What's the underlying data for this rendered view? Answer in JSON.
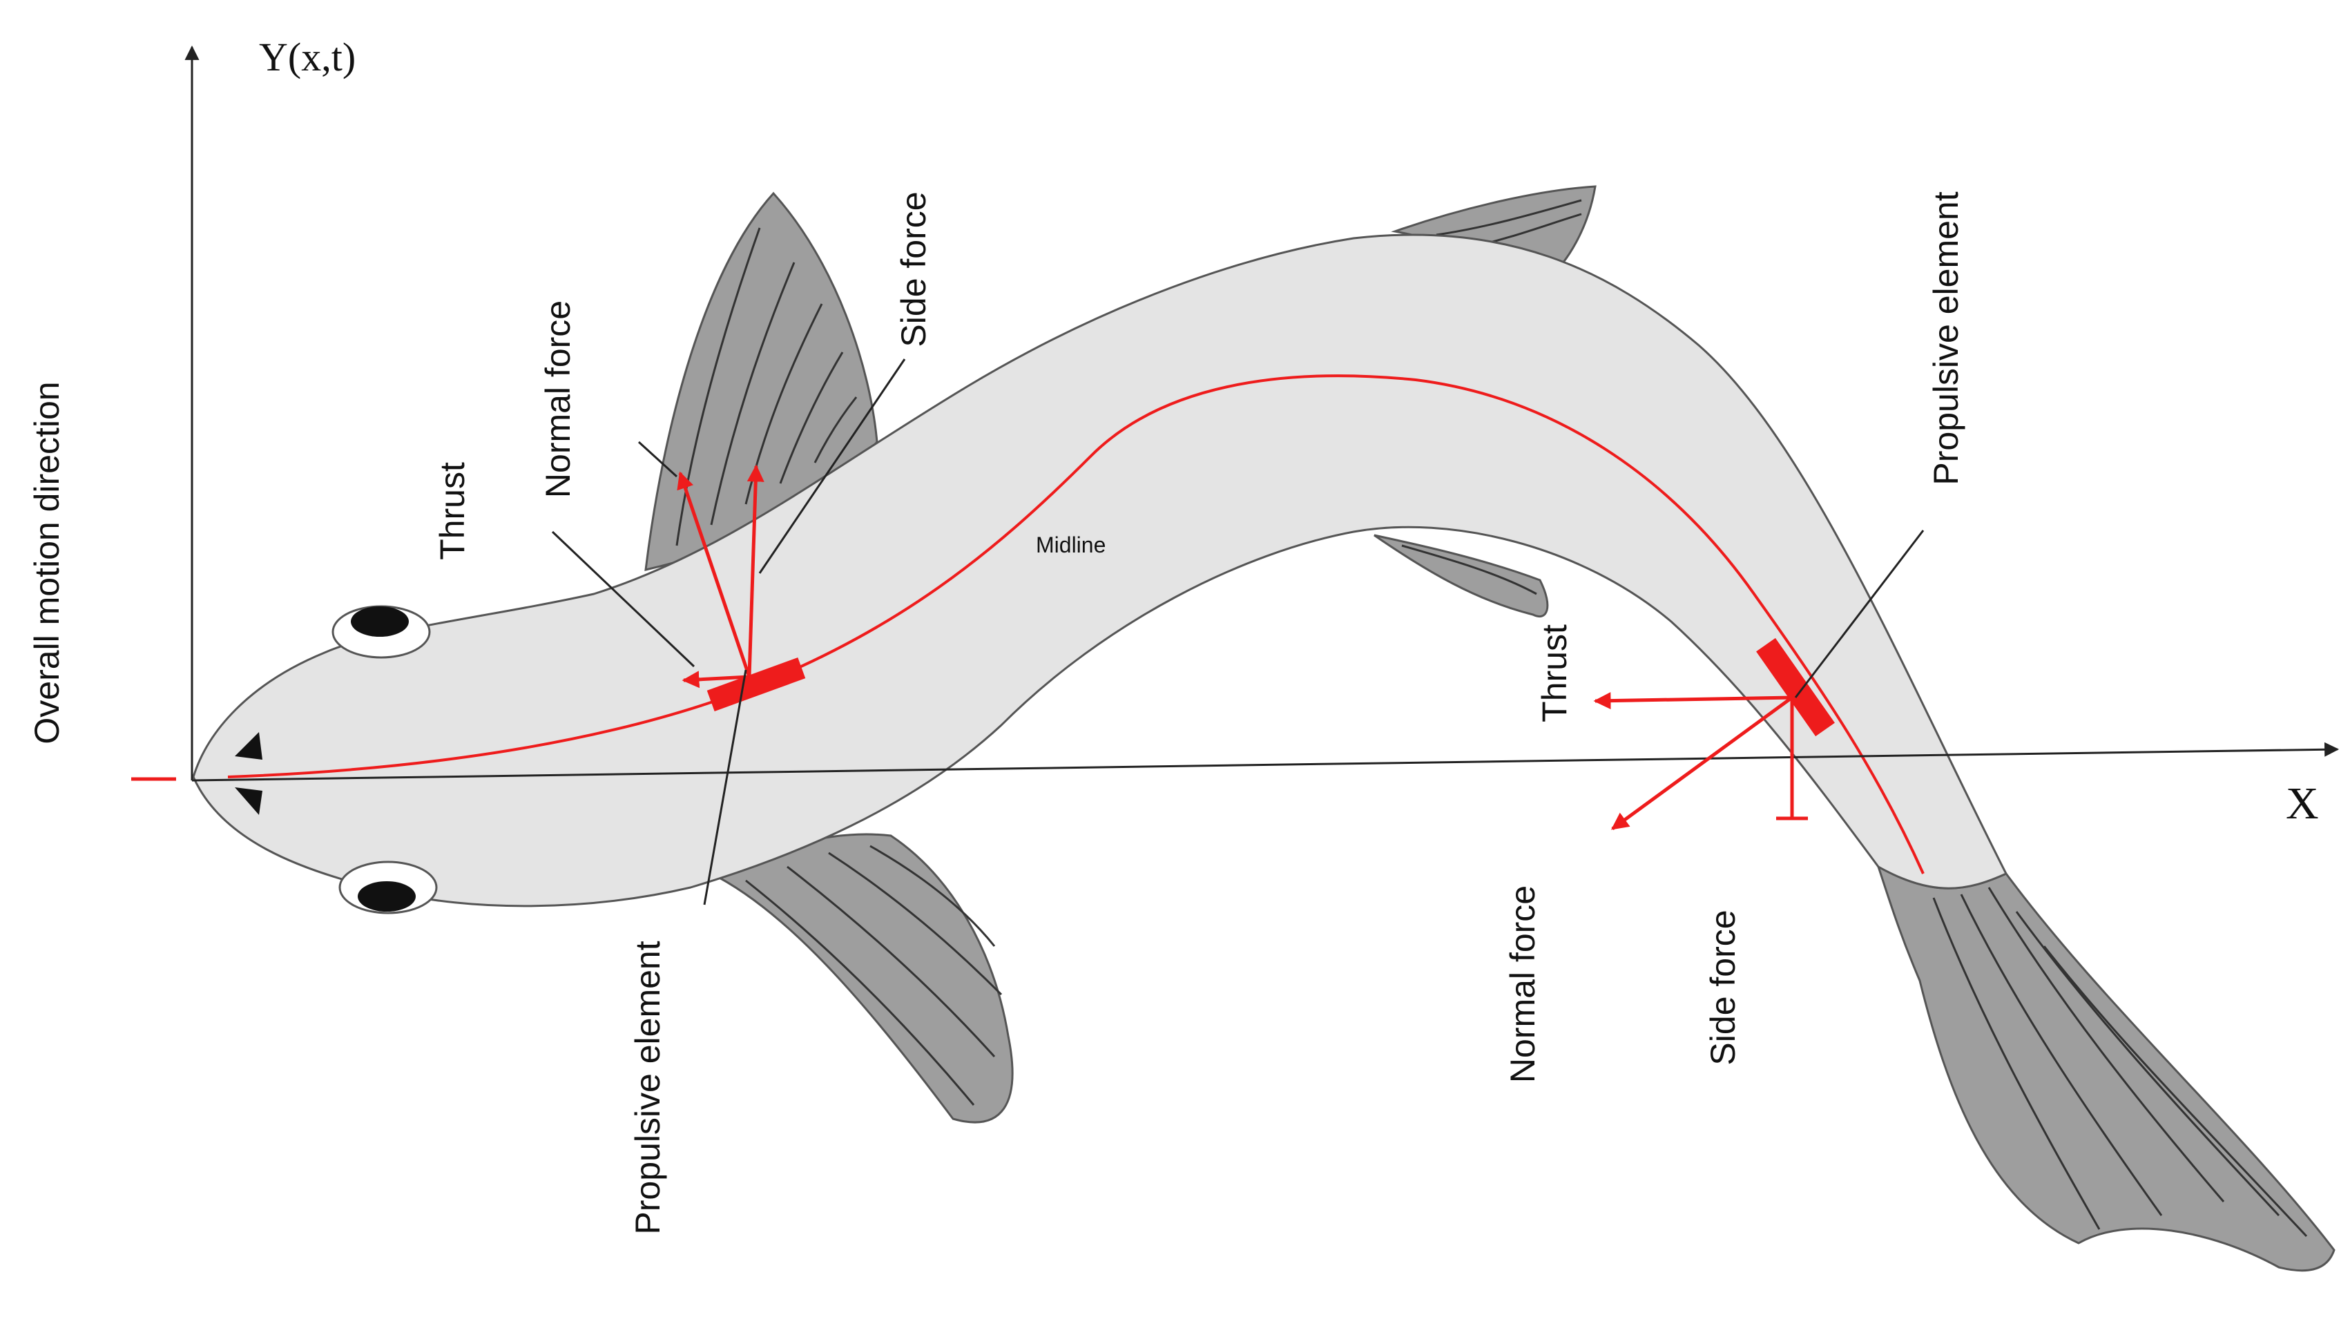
{
  "axes": {
    "y_label": "Y(x,t)",
    "x_label": "X",
    "motion_label": "Overall motion direction"
  },
  "fish": {
    "midline_label": "Midline"
  },
  "front_element": {
    "thrust": "Thrust",
    "normal_force": "Normal force",
    "side_force": "Side force",
    "propulsive_element": "Propulsive element"
  },
  "rear_element": {
    "thrust": "Thrust",
    "normal_force": "Normal force",
    "side_force": "Side force",
    "propulsive_element": "Propulsive element"
  },
  "colors": {
    "body_fill": "#e4e4e4",
    "fin_fill": "#9e9e9e",
    "outline": "#555555",
    "force_red": "#ee1c1c",
    "axis": "#222222"
  }
}
